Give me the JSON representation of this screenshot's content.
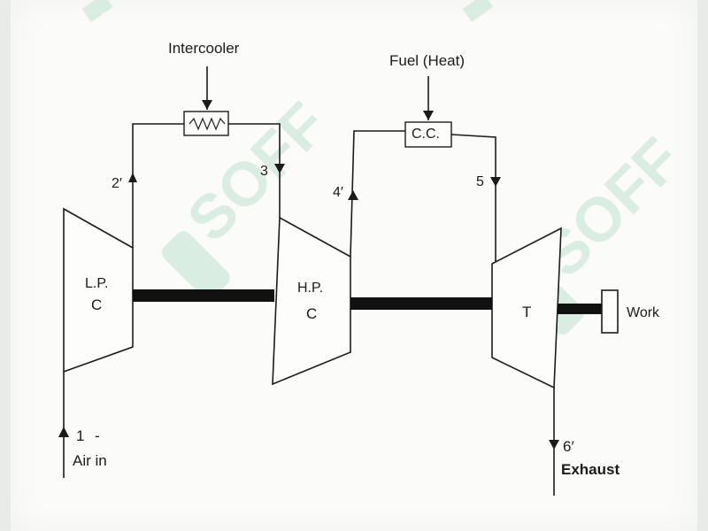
{
  "labels": {
    "intercooler": "Intercooler",
    "fuel": "Fuel (Heat)",
    "combustion_chamber": "C.C.",
    "lp_top": "L.P.",
    "lp_bottom": "C",
    "hp_top": "H.P.",
    "hp_bottom": "C",
    "turbine": "T",
    "work": "Work",
    "state_1": "1",
    "state_1_dash": "-",
    "air_in": "Air in",
    "state_2": "2′",
    "state_3": "3",
    "state_4": "4′",
    "state_5": "5",
    "state_6": "6′",
    "exhaust": "Exhaust",
    "watermark": "SOFF"
  },
  "colors": {
    "ink": "#1b1b1b",
    "watermark": "#cfe8da",
    "paper": "#fbfbf9"
  }
}
